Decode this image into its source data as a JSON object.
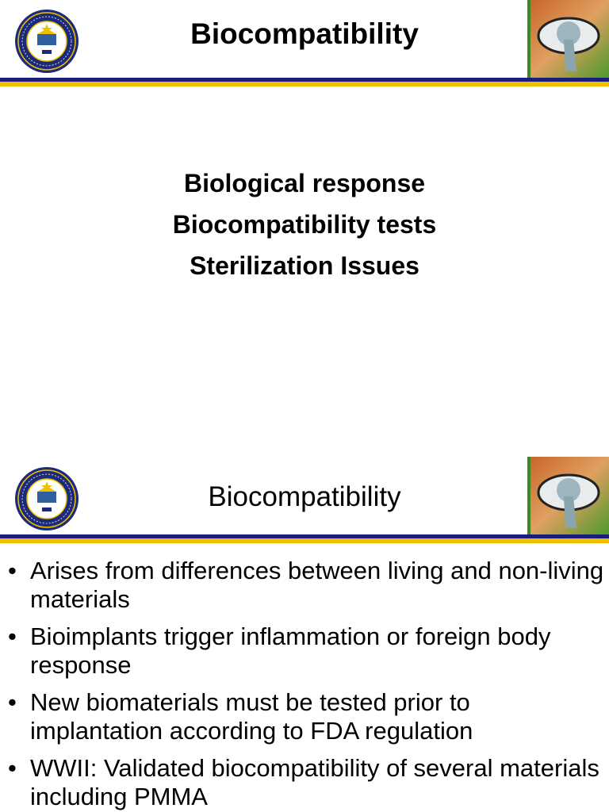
{
  "colors": {
    "navy": "#1c1c7a",
    "gold": "#f0c000",
    "text": "#000000"
  },
  "slides": [
    {
      "title": "Biocompatibility",
      "logo_icon": "uc-berkeley-seal",
      "art_icon": "hip-implant-illustration",
      "topics": [
        "Biological response",
        "Biocompatibility tests",
        "Sterilization Issues"
      ]
    },
    {
      "title": "Biocompatibility",
      "logo_icon": "uc-berkeley-seal",
      "art_icon": "hip-implant-illustration",
      "bullet_char": "•",
      "bullets": [
        "Arises from differences between living and non-living materials",
        "Bioimplants trigger inflammation or foreign body response",
        "New biomaterials must be tested prior to implantation according to FDA regulation",
        "WWII: Validated biocompatibility of several materials including PMMA"
      ]
    }
  ]
}
